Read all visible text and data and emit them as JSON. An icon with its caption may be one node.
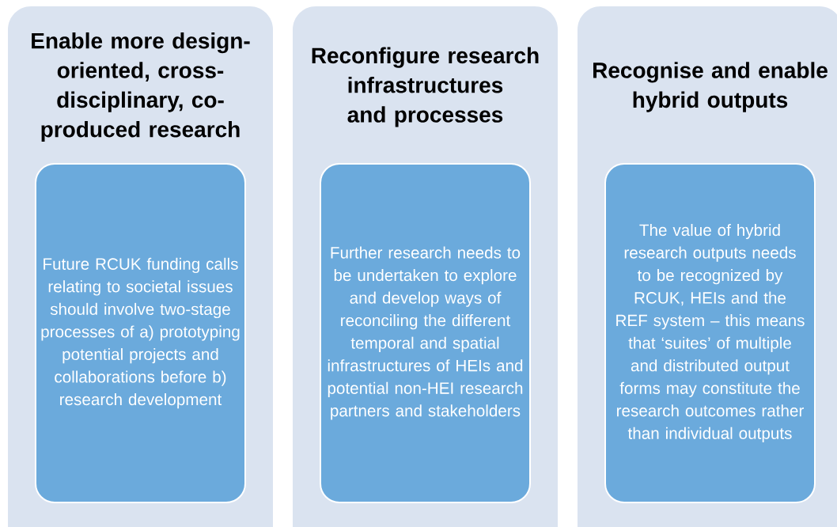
{
  "diagram": {
    "nodes": [
      {
        "text": [
          "Enable more design-oriented, cross-disciplinary, co-produced research"
        ]
      },
      {
        "text": [
          "Future RCUK funding calls relating to societal issues should involve two-stage processes of a) prototyping potential projects and collaborations before b) research development"
        ],
        "in": 0
      },
      {
        "text": [
          "Reconfigure research infrastructures and processes"
        ]
      },
      {
        "text": [
          "Further research needs to be undertaken to explore and develop ways of reconciling the different temporal and spatial infrastructures of HEIs and potential non-HEI research partners and stakeholders"
        ],
        "in": 2
      },
      {
        "text": [
          "Recognise and enable hybrid outputs"
        ]
      },
      {
        "text": [
          "The value of hybrid research outputs needs to be recognized by RCUK, HEIs and the REF system – this means that ‘suites’ of multiple and distributed output forms may constitute the research outcomes rather than individual outputs"
        ],
        "in": 4
      }
    ]
  }
}
